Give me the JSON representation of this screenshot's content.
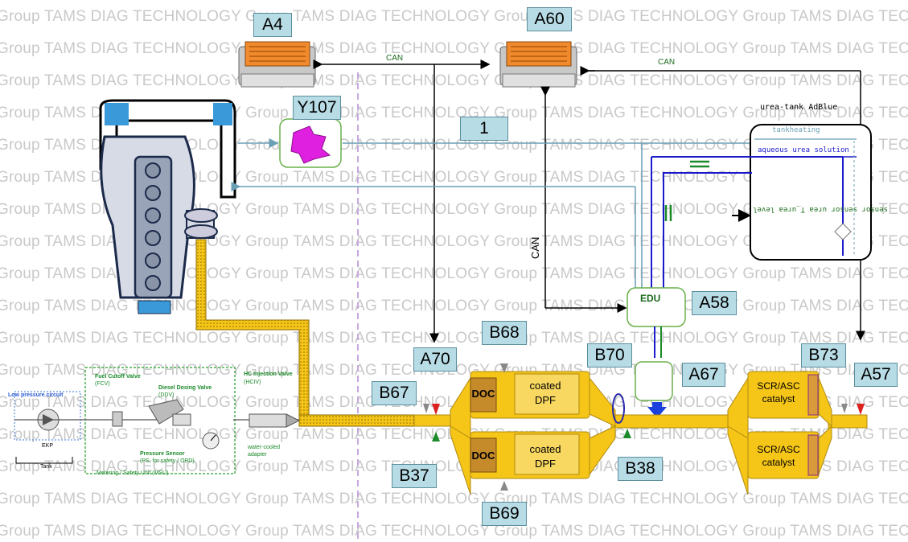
{
  "watermark": "Group TAMS DIAG TECHNOLOGY",
  "labels": {
    "a4": "A4",
    "a60": "A60",
    "y107": "Y107",
    "one": "1",
    "a58": "A58",
    "a70": "A70",
    "b68": "B68",
    "b70": "B70",
    "a67": "A67",
    "b73": "B73",
    "a57": "A57",
    "b67": "B67",
    "b37": "B37",
    "b38": "B38",
    "b69": "B69"
  },
  "bus": {
    "can_top_left": "CAN",
    "can_top_right": "CAN",
    "can_vertical": "CAN"
  },
  "urea_tank": {
    "title": "urea-tank AdBlue",
    "tankheating": "tankheating",
    "aqueous": "aqueous urea solution",
    "sensor": "sensor sensor urea T_urea level"
  },
  "edu": "EDU",
  "aftertreatment": {
    "doc": "DOC",
    "coated_dpf_1": "coated",
    "coated_dpf_2": "DPF",
    "scr_1": "SCR/ASC",
    "scr_2": "catalyst"
  },
  "fuel_system": {
    "low_pressure": "Low pressure circuit",
    "ekp": "EKP",
    "tank": "Tank",
    "fcv_1": "Fuel Cutoff Valve",
    "fcv_2": "(FCV)",
    "ddv_1": "Diesel Dosing Valve",
    "ddv_2": "(DDV)",
    "hciv_1": "HC Injection Valve",
    "hciv_2": "(HCIV)",
    "ps_1": "Pressure Sensor",
    "ps_2": "(PS, for safety / OBD)",
    "msu": "Metering / Safety Unit (MSU)",
    "adapter_1": "water-cooled",
    "adapter_2": "adapter"
  },
  "colors": {
    "label_bg": "#b8dce6",
    "exhaust": "#f5c518",
    "can_line": "#000000",
    "coolant_line": "#6a9fb5",
    "urea_line": "#1a1acc",
    "fuel_green": "#4caf50"
  }
}
